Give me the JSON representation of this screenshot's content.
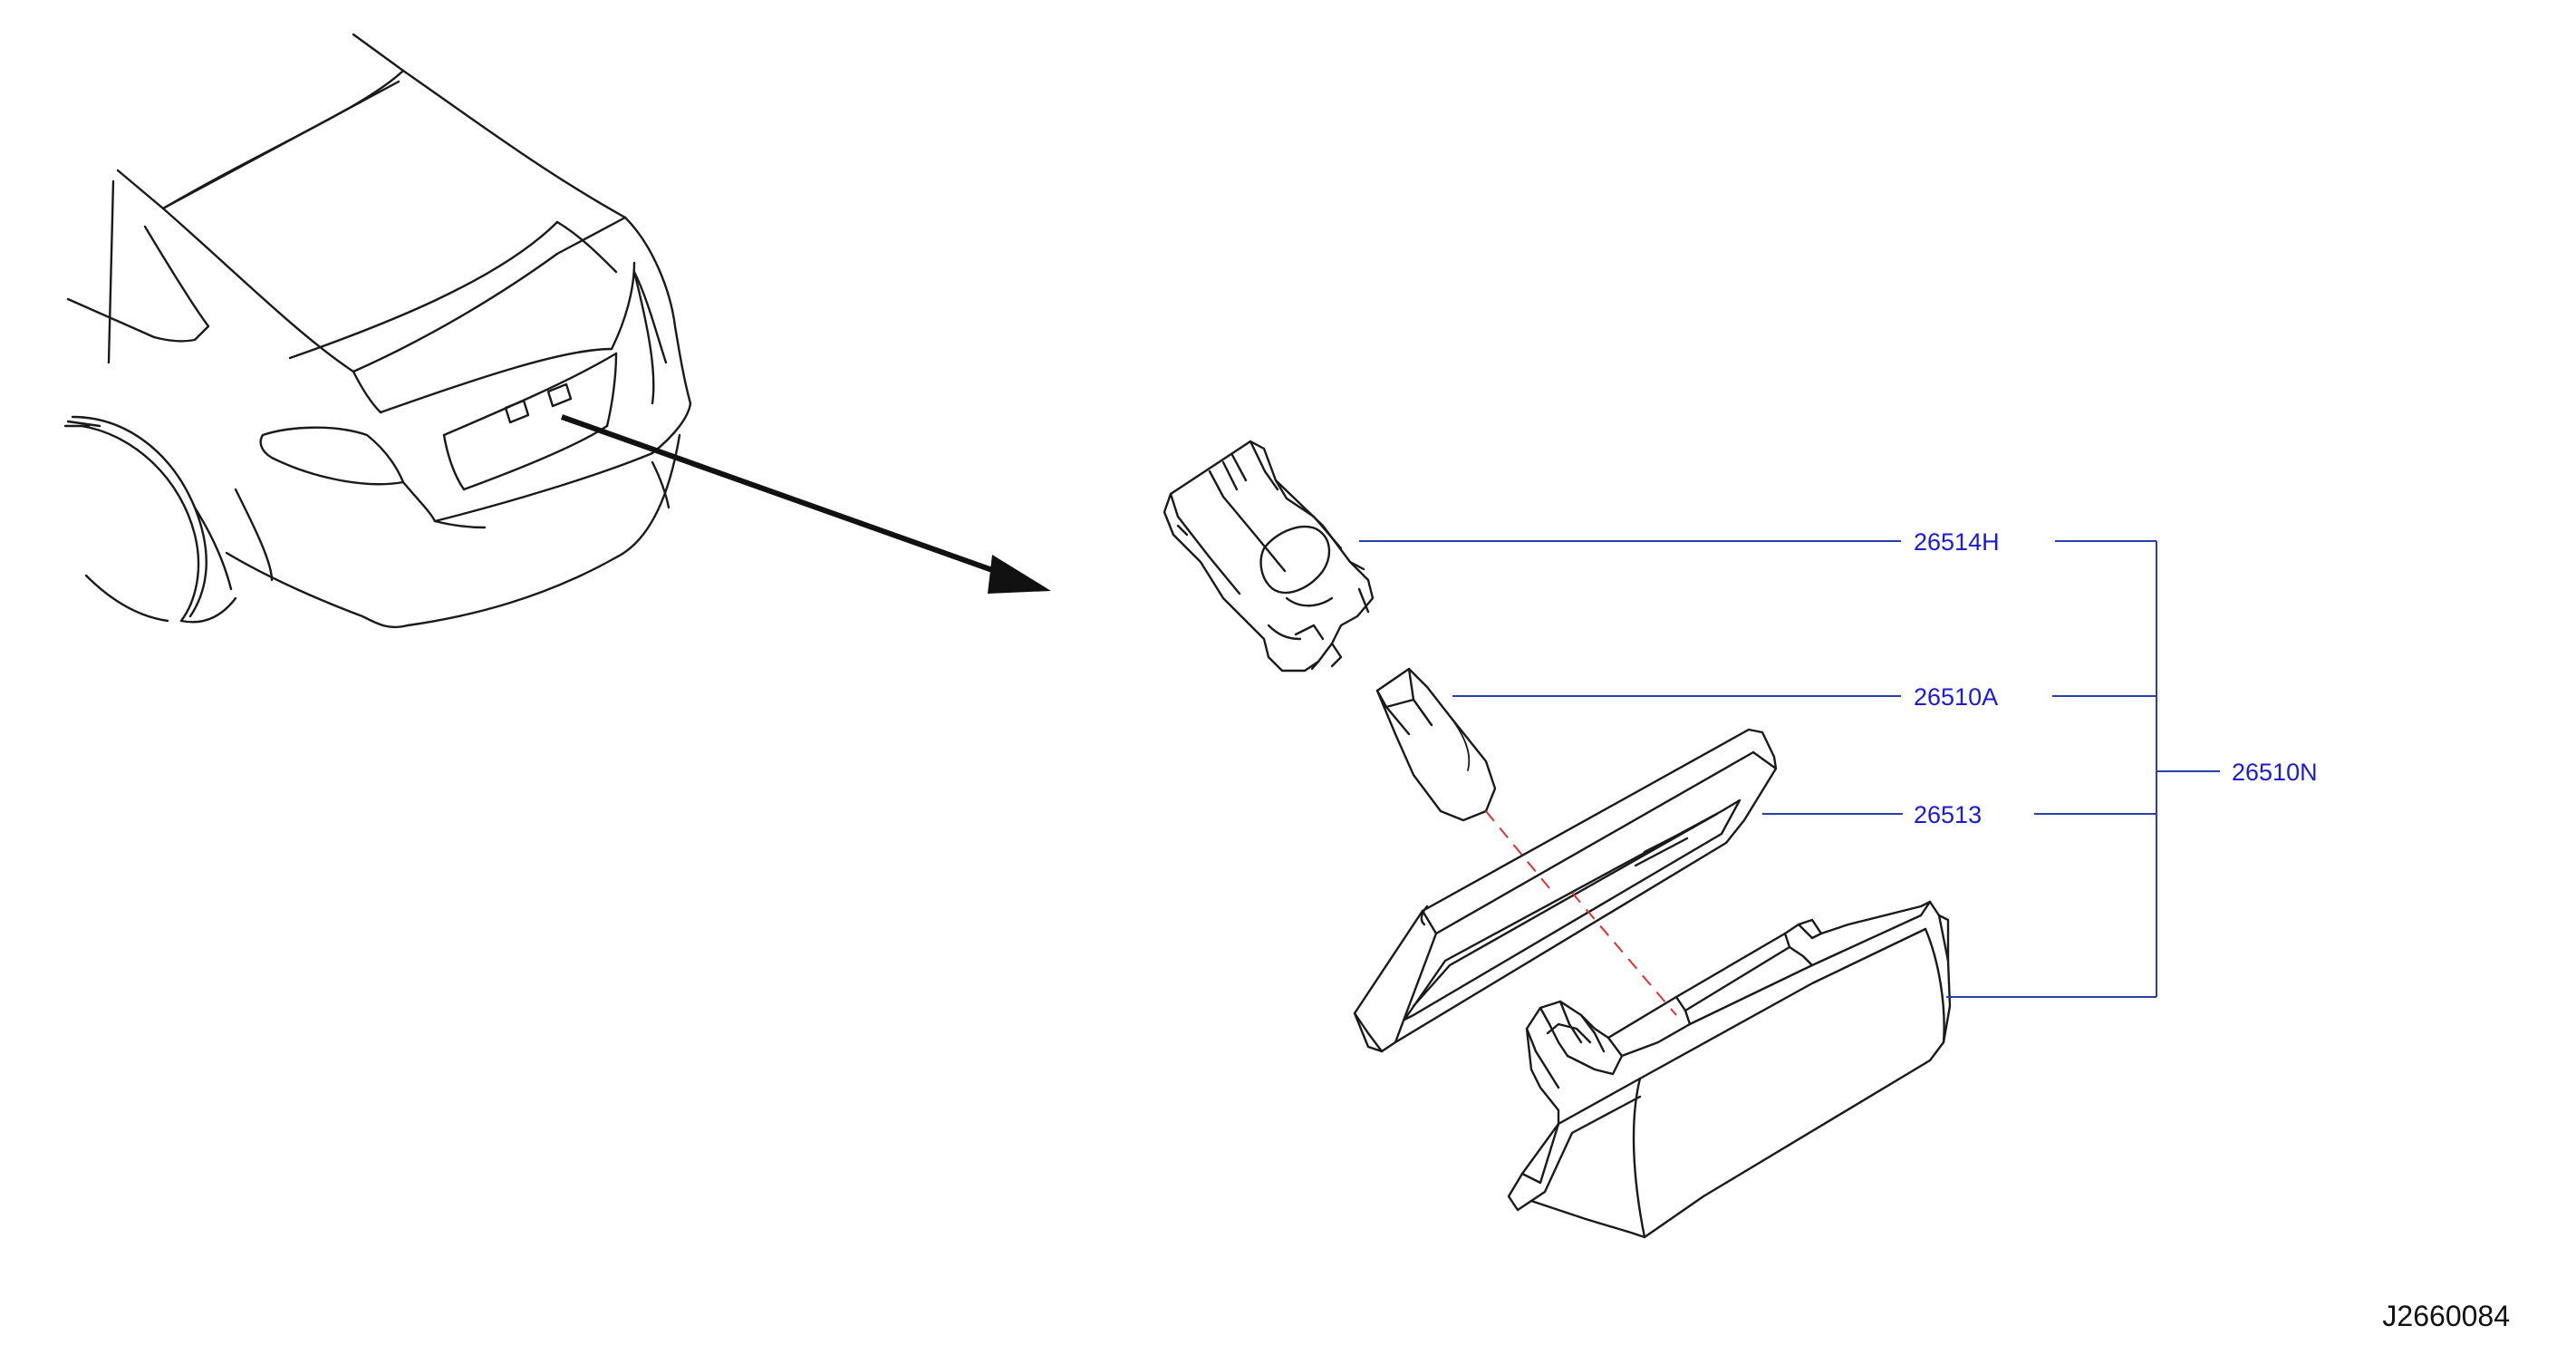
{
  "parts": [
    {
      "id": "socket",
      "number": "26514H"
    },
    {
      "id": "bulb",
      "number": "26510A"
    },
    {
      "id": "lens",
      "number": "26513"
    },
    {
      "id": "lamp-assembly",
      "number": "26510N"
    }
  ],
  "diagram_id": "J2660084",
  "colors": {
    "line_art": "#1a1a1a",
    "leader_lines": "#2a3fa8",
    "part_numbers": "#1a1ad8",
    "guide_dashes": "#e03030"
  }
}
